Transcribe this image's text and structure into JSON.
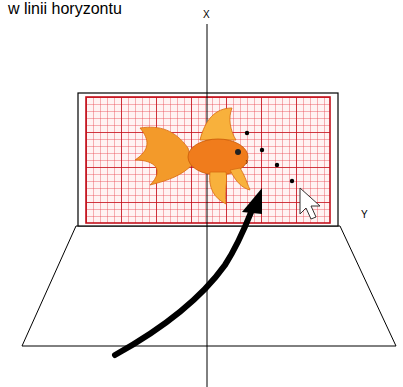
{
  "diagram": {
    "labels": [
      "w linii horyzontu",
      "X",
      "Y"
    ]
  }
}
